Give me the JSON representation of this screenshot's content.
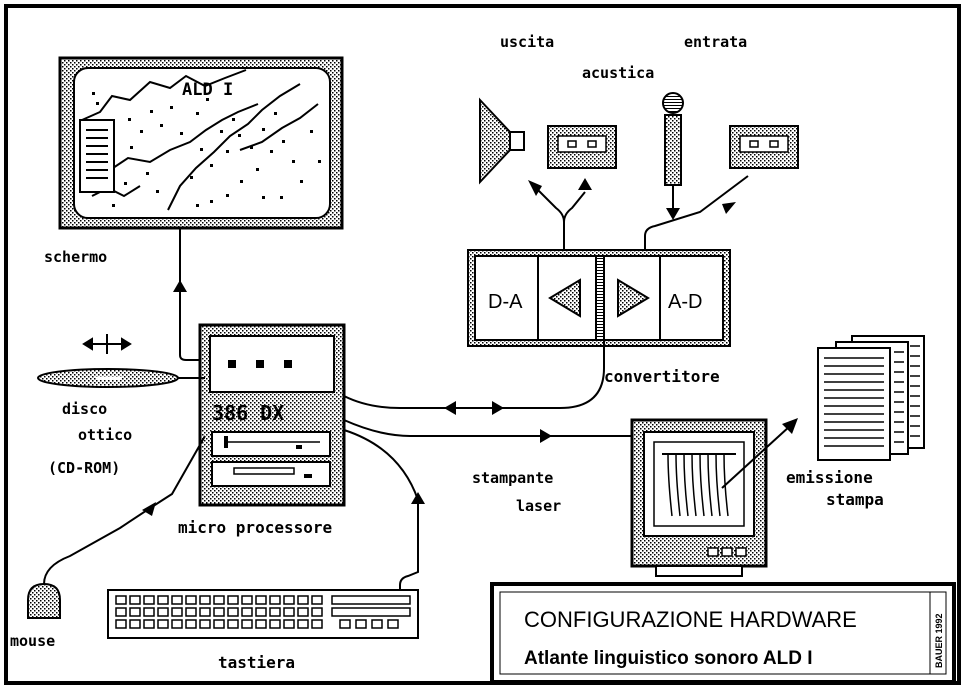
{
  "labels": {
    "screen_title": "ALD I",
    "schermo": "schermo",
    "uscita": "uscita",
    "entrata": "entrata",
    "acustica": "acustica",
    "da": "D-A",
    "ad": "A-D",
    "convertitore": "convertitore",
    "disco_line1": "disco",
    "disco_line2": "ottico",
    "disco_line3": "(CD-ROM)",
    "cpu_model": "386 DX",
    "micro_processore": "micro processore",
    "stampante_line1": "stampante",
    "stampante_line2": "laser",
    "emissione_line1": "emissione",
    "emissione_line2": "stampa",
    "mouse": "mouse",
    "tastiera": "tastiera"
  },
  "title_box": {
    "title": "CONFIGURAZIONE HARDWARE",
    "subtitle": "Atlante linguistico sonoro ALD I",
    "signature": "BAUER 1992"
  }
}
